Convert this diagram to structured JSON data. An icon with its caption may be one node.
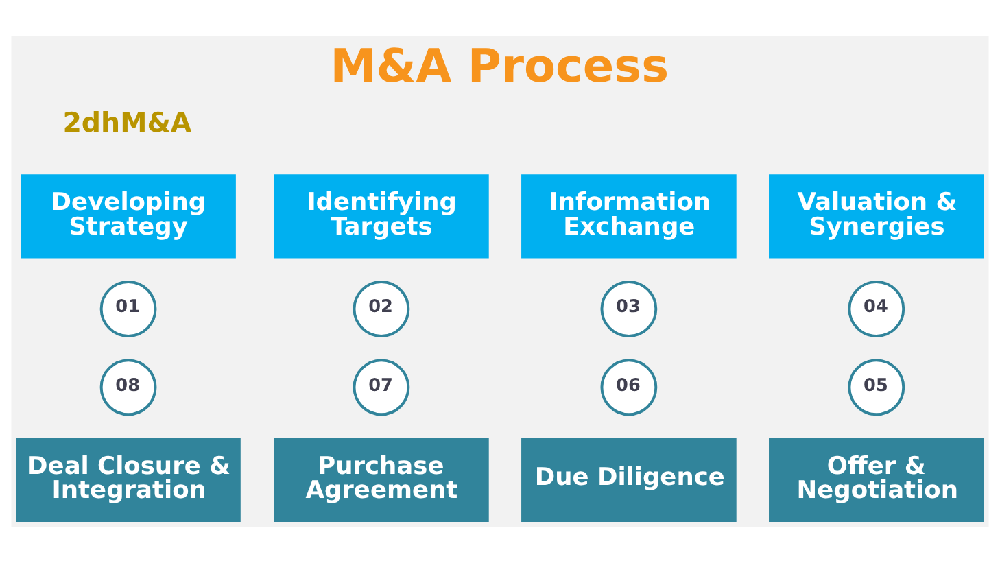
{
  "diagram": {
    "title": "M&A Process",
    "nodes": [
      {
        "text": [
          "Developing Strategy"
        ]
      },
      {
        "text": [
          "Identifying Targets"
        ]
      },
      {
        "text": [
          "Information Exchange"
        ]
      },
      {
        "text": [
          "Valuation & Synergies"
        ]
      },
      {
        "text": [
          "01"
        ]
      },
      {
        "text": [
          "02"
        ]
      },
      {
        "text": [
          "03"
        ]
      },
      {
        "text": [
          "04"
        ]
      },
      {
        "text": [
          "08"
        ]
      },
      {
        "text": [
          "07"
        ]
      },
      {
        "text": [
          "06"
        ]
      },
      {
        "text": [
          "05"
        ]
      },
      {
        "text": [
          "Deal Closure & Integration"
        ]
      },
      {
        "text": [
          "Purchase Agreement"
        ]
      },
      {
        "text": [
          "Due Diligence"
        ]
      },
      {
        "text": [
          "Offer & Negotiation"
        ]
      }
    ],
    "edges": [],
    "labels": [
      "2dhM&A"
    ]
  }
}
